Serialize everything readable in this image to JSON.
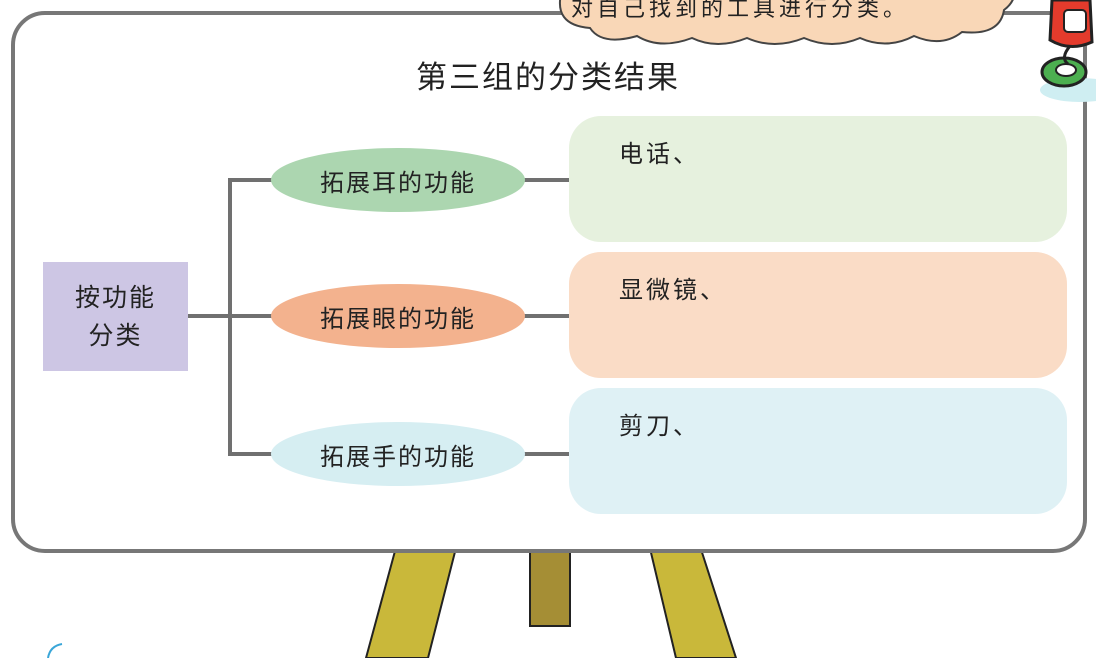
{
  "speech_bubble": {
    "text": "对自己找到的工具进行分类。"
  },
  "board": {
    "title": "第三组的分类结果",
    "root": {
      "label": "按功能\n分类",
      "color": "#cdc6e4"
    },
    "branches": [
      {
        "label": "拓展耳的功能",
        "color": "#acd6b0",
        "box_color": "#e6f1de",
        "items": "电话、"
      },
      {
        "label": "拓展眼的功能",
        "color": "#f3b28e",
        "box_color": "#fadcc6",
        "items": "显微镜、"
      },
      {
        "label": "拓展手的功能",
        "color": "#d6eef2",
        "box_color": "#dff1f5",
        "items": "剪刀、"
      }
    ]
  },
  "colors": {
    "easel": "#c9b83a",
    "easel_dark": "#a58e35",
    "frame": "#777777",
    "connector": "#707070"
  }
}
